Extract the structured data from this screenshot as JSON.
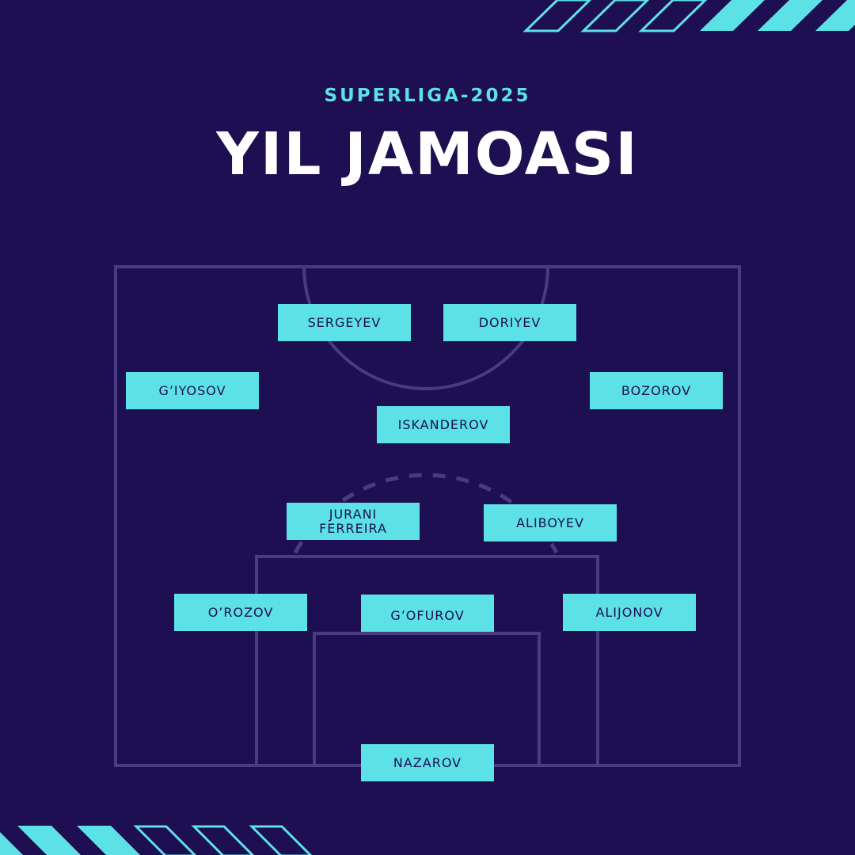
{
  "header": {
    "subtitle": "SUPERLIGA-2025",
    "title": "YIL JAMOASI"
  },
  "colors": {
    "background": "#1e0e52",
    "accent": "#5ce1e6",
    "pitch_lines": "#4a3a80"
  },
  "players": [
    {
      "name": "SERGEYEV",
      "role": "forward"
    },
    {
      "name": "DORIYEV",
      "role": "forward"
    },
    {
      "name": "G’IYOSOV",
      "role": "left-winger"
    },
    {
      "name": "BOZOROV",
      "role": "right-winger"
    },
    {
      "name": "ISKANDEROV",
      "role": "attacking-midfielder"
    },
    {
      "name": "JURANI FERREIRA",
      "role": "midfielder"
    },
    {
      "name": "ALIBOYEV",
      "role": "midfielder"
    },
    {
      "name": "O’ROZOV",
      "role": "defender"
    },
    {
      "name": "G’OFUROV",
      "role": "defender"
    },
    {
      "name": "ALIJONOV",
      "role": "defender"
    },
    {
      "name": "NAZAROV",
      "role": "goalkeeper"
    }
  ]
}
